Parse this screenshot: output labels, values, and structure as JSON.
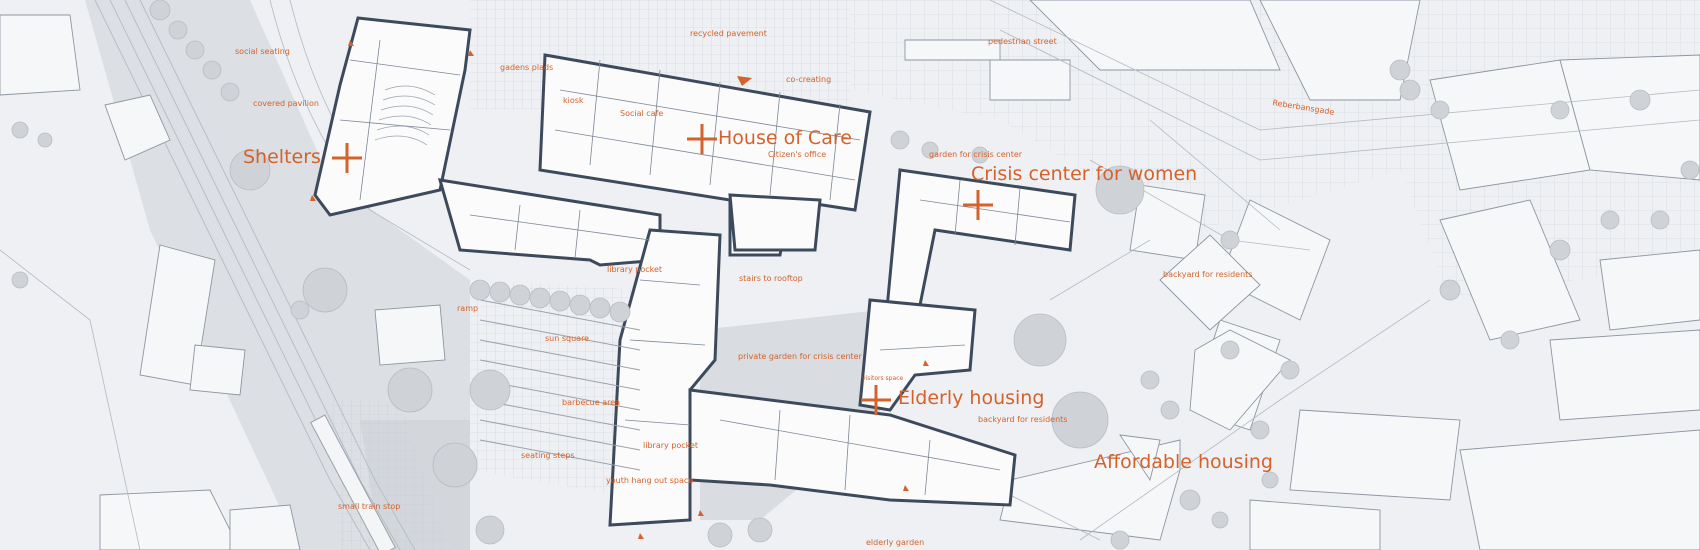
{
  "map": {
    "programs": [
      {
        "id": "shelters",
        "label": "Shelters"
      },
      {
        "id": "house-of-care",
        "label": "House of Care"
      },
      {
        "id": "crisis-center",
        "label": "Crisis center for women"
      },
      {
        "id": "elderly-housing",
        "label": "Elderly housing"
      },
      {
        "id": "affordable-housing",
        "label": "Affordable housing"
      }
    ],
    "labels": {
      "recycled_pavement": "recycled pavement",
      "pedestrian_street": "pedestrian street",
      "social_seating": "social seating",
      "gardens_plads": "gadens plads",
      "co_creating": "co-creating",
      "covered_pavilion": "covered pavilion",
      "kiosk": "kiosk",
      "social_cafe": "Social cafe",
      "reberbansgade": "Reberbansgade",
      "citizens_office": "Citizen's office",
      "garden_crisis": "garden for crisis center",
      "backyard_residents_1": "backyard for residents",
      "library_pocket_1": "library pocket",
      "stairs_to_rooftop": "stairs to rooftop",
      "ramp": "ramp",
      "sun_square": "sun square",
      "private_garden_crisis": "private garden for crisis center",
      "visitors_space": "visitors space",
      "barbecue_area": "barbecue area",
      "backyard_residents_2": "backyard for residents",
      "library_pocket_2": "library pocket",
      "seating_steps": "seating steps",
      "youth_hang_out_space": "youth hang out space",
      "small_train_stop": "small train stop",
      "elderly_garden": "elderly garden"
    },
    "colors": {
      "accent": "#d4622a",
      "wall": "#3d4a5c",
      "ground": "#eef0f3",
      "paving": "#e2e6eb",
      "green_area": "#d8dbdf",
      "tree": "#cfd2d6"
    }
  }
}
